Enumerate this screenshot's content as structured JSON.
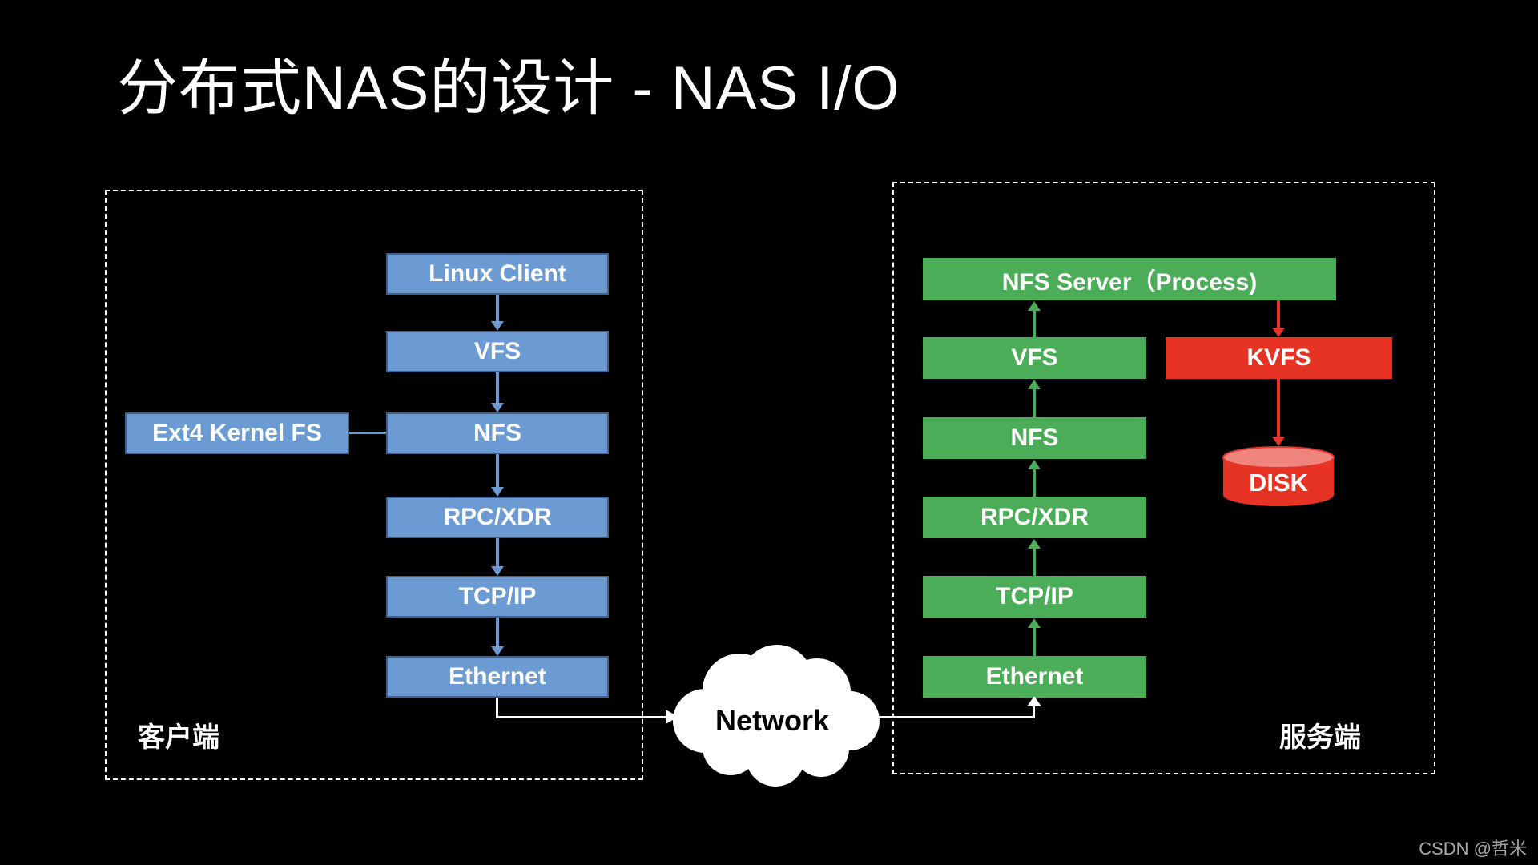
{
  "title": "分布式NAS的设计 - NAS I/O",
  "client": {
    "label": "客户端",
    "side_box": "Ext4 Kernel FS",
    "stack": [
      "Linux Client",
      "VFS",
      "NFS",
      "RPC/XDR",
      "TCP/IP",
      "Ethernet"
    ]
  },
  "server": {
    "label": "服务端",
    "top_box": "NFS Server（Process)",
    "stack": [
      "VFS",
      "NFS",
      "RPC/XDR",
      "TCP/IP",
      "Ethernet"
    ],
    "kvfs": "KVFS",
    "disk": "DISK"
  },
  "network": {
    "label": "Network"
  },
  "watermark": "CSDN @哲米",
  "colors": {
    "background": "#000000",
    "client_box_fill": "#6B9BD2",
    "client_box_border": "#40618C",
    "server_box_fill": "#4BAD58",
    "kvfs_fill": "#E73323",
    "disk_top_fill": "#F0857D",
    "arrow_white": "#FFFFFF",
    "panel_border": "#FFFFFF",
    "watermark_text": "#A6A9AC"
  }
}
